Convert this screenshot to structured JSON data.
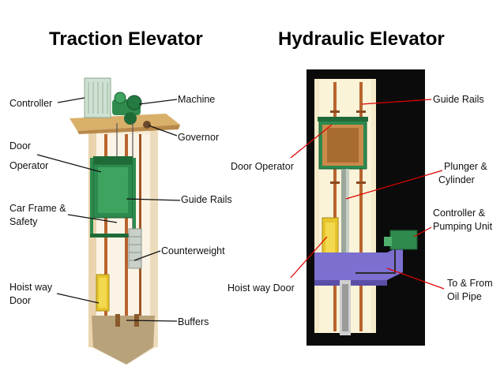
{
  "traction": {
    "title": "Traction Elevator",
    "labels": {
      "controller": "Controller",
      "machine": "Machine",
      "governor": "Governor",
      "door_operator_1": "Door",
      "door_operator_2": "Operator",
      "guide_rails": "Guide Rails",
      "car_frame_1": "Car Frame &",
      "car_frame_2": "Safety",
      "counterweight": "Counterweight",
      "hoistway_1": "Hoist way",
      "hoistway_2": "Door",
      "buffers": "Buffers"
    }
  },
  "hydraulic": {
    "title": "Hydraulic  Elevator",
    "labels": {
      "guide_rails": "Guide Rails",
      "door_operator": "Door Operator",
      "plunger_1": "Plunger &",
      "plunger_2": "Cylinder",
      "controller_1": "Controller &",
      "controller_2": "Pumping Unit",
      "hoistway": "Hoist way Door",
      "oil_pipe_1": "To & From",
      "oil_pipe_2": "Oil Pipe"
    },
    "leader_color": "#e00000"
  }
}
